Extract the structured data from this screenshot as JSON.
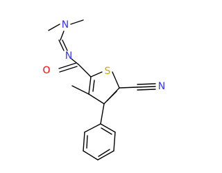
{
  "structure": {
    "atoms": {
      "amine_nitrogen": {
        "symbol": "N",
        "color": "#3333ff"
      },
      "imine_nitrogen": {
        "symbol": "N",
        "color": "#3333ff"
      },
      "carbonyl_oxygen": {
        "symbol": "O",
        "color": "#ff0000"
      },
      "ring_sulfur": {
        "symbol": "S",
        "color": "#ccaa00"
      },
      "nitrile_nitrogen": {
        "symbol": "N",
        "color": "#3333ff"
      }
    }
  }
}
